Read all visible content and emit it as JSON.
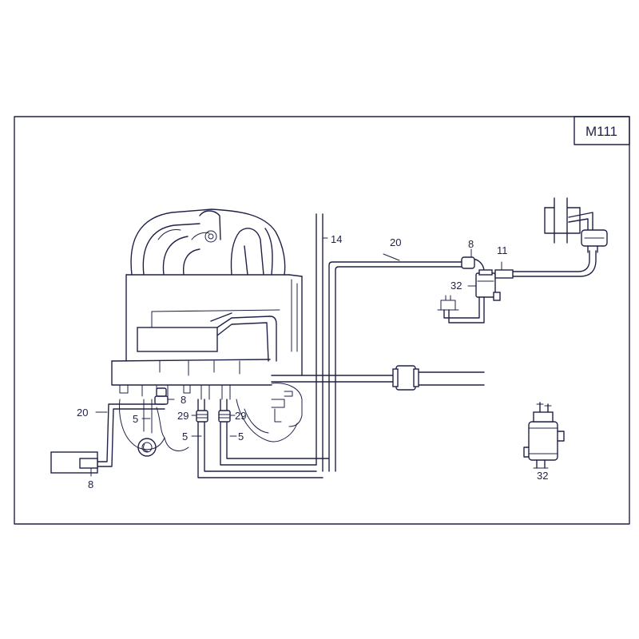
{
  "model_code": "M111",
  "colors": {
    "ink": "#1f2147",
    "background": "#ffffff"
  },
  "callouts": {
    "c14": "14",
    "c20_top": "20",
    "c8_top": "8",
    "c11": "11",
    "c32_valve": "32",
    "c20_left": "20",
    "c8_left": "8",
    "c8_mid": "8",
    "c5_a": "5",
    "c5_b": "5",
    "c5_c": "5",
    "c29_a": "29",
    "c29_b": "29",
    "c32_part": "32"
  }
}
